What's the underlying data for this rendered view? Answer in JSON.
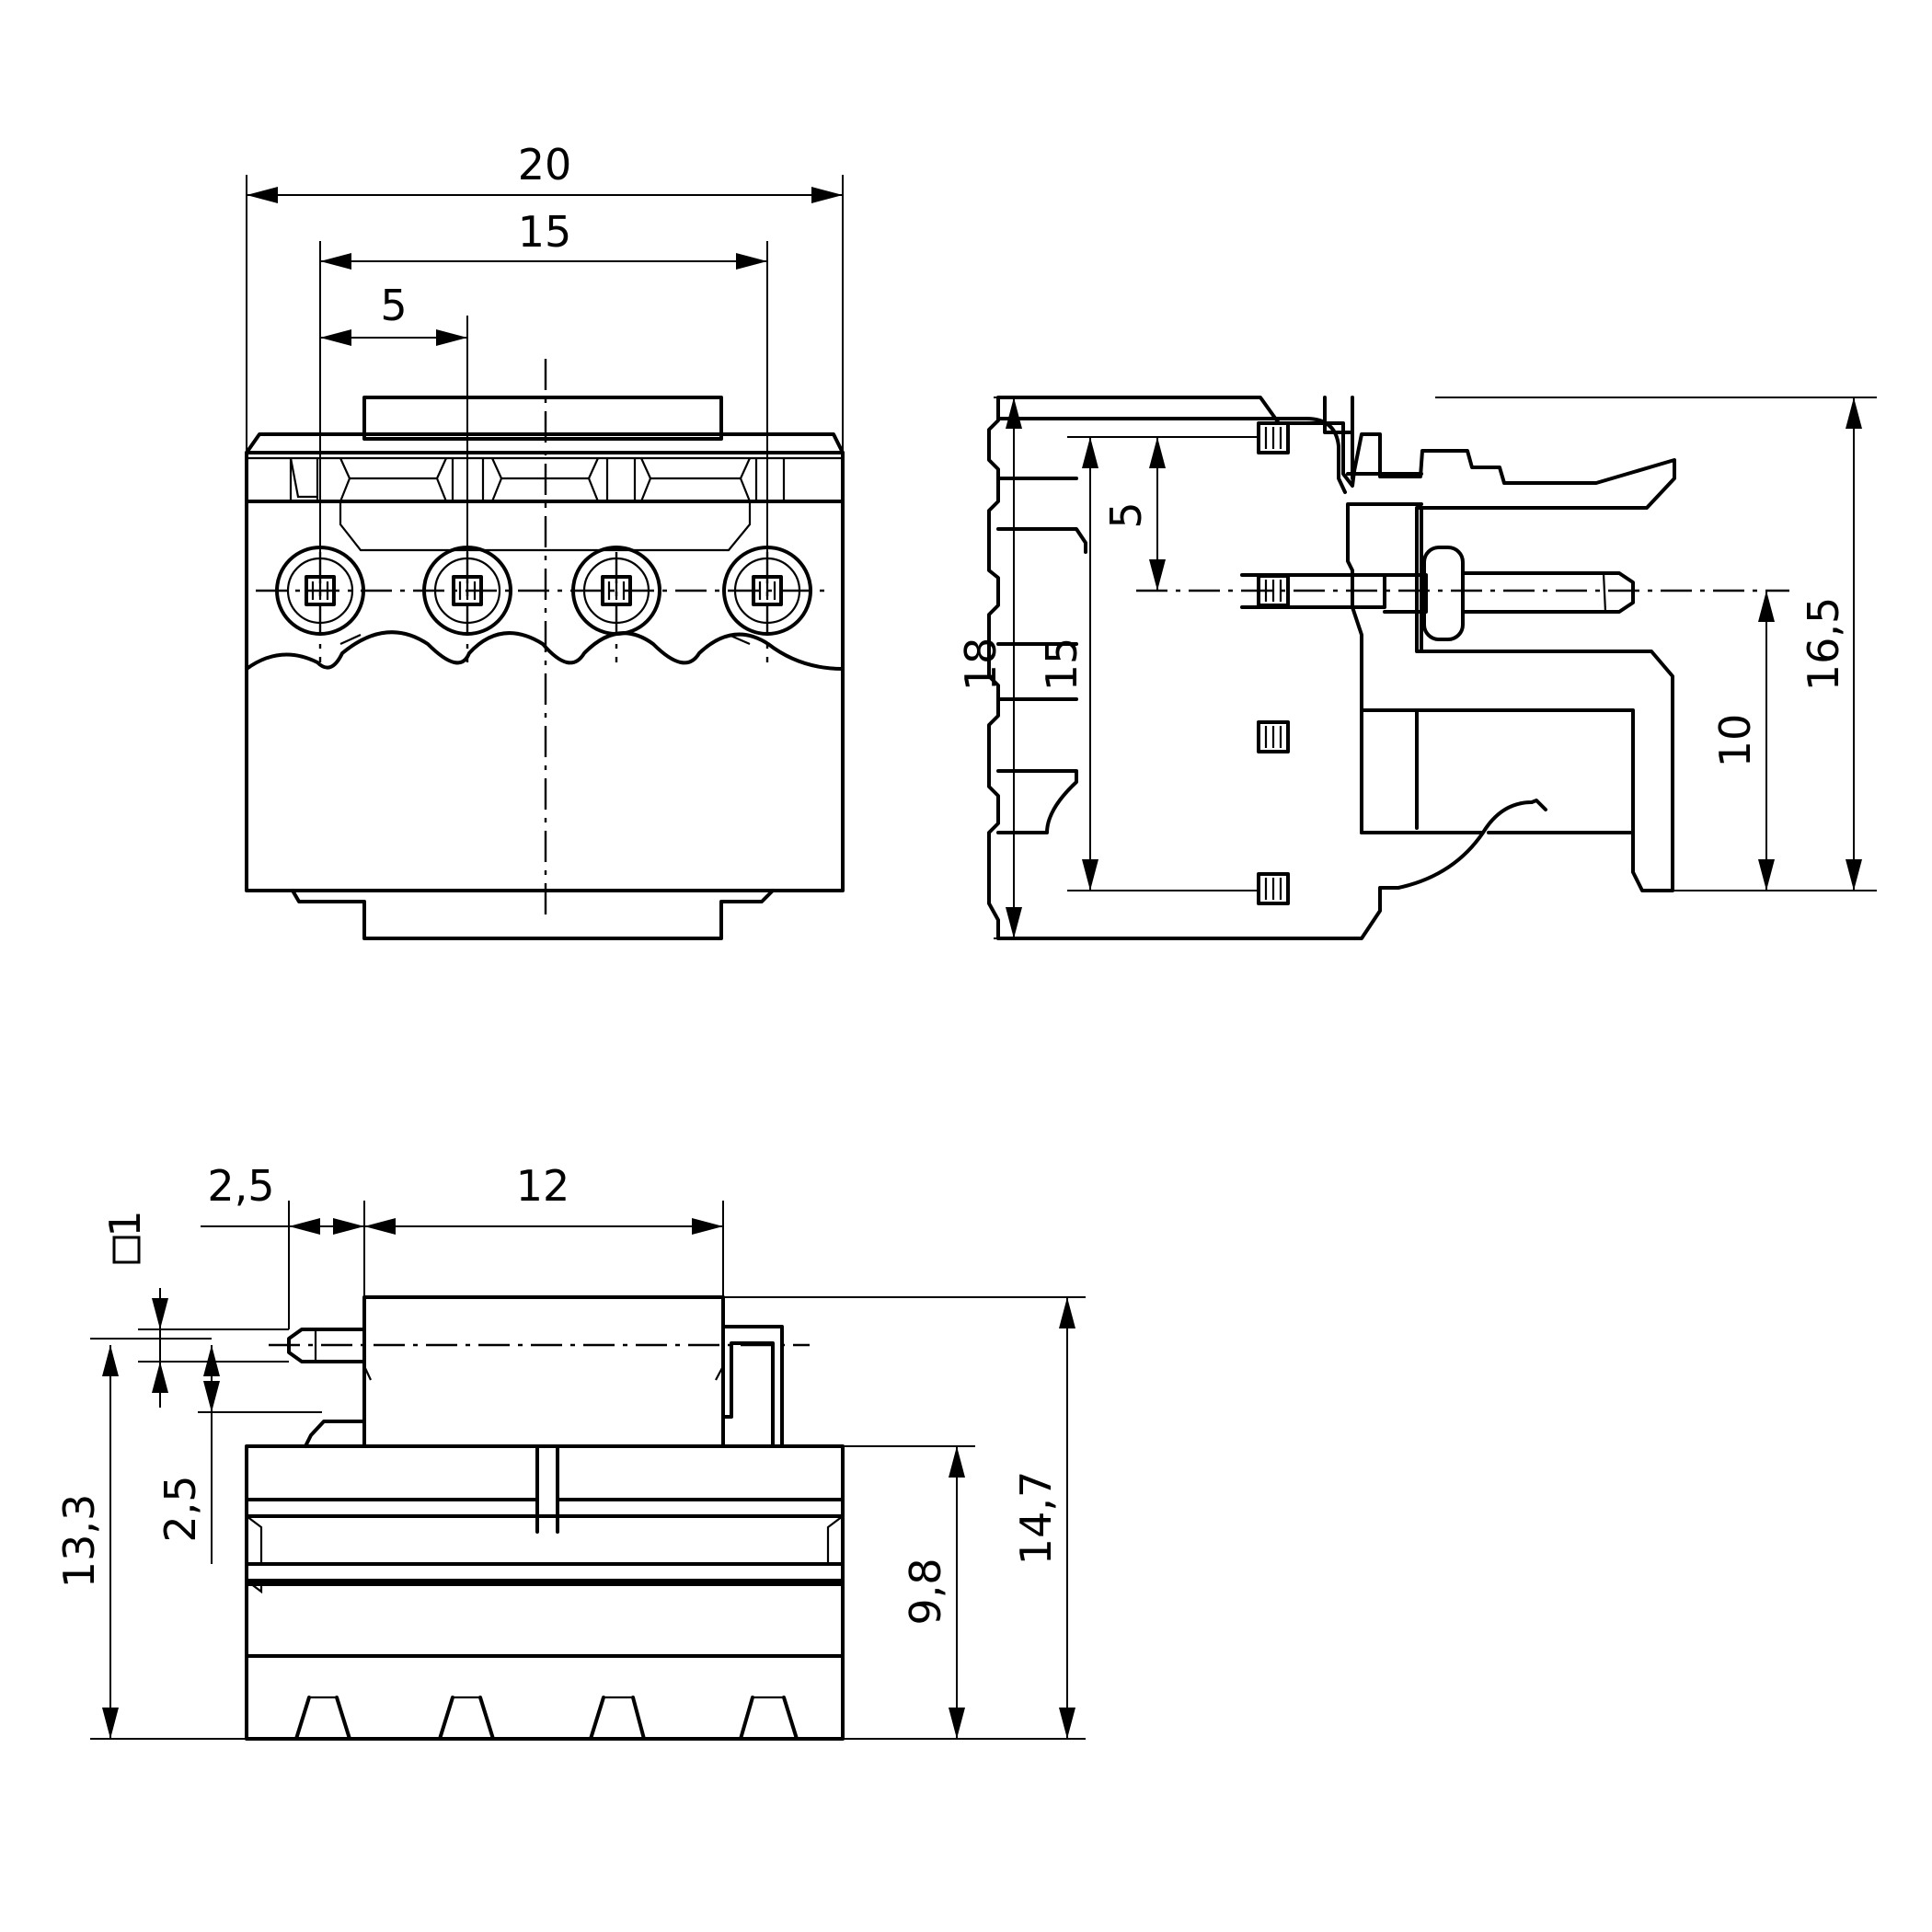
{
  "colors": {
    "line": "#000000",
    "background": "#ffffff"
  },
  "front_view": {
    "dim_overall_width": "20",
    "dim_pin_span": "15",
    "dim_pitch": "5"
  },
  "side_view": {
    "dim_overall_height": "18",
    "dim_pin_span": "15",
    "dim_pitch": "5",
    "dim_pin_height": "10",
    "dim_height_to_top": "16,5"
  },
  "bottom_view": {
    "dim_offset": "2,5",
    "dim_width": "12",
    "dim_pin_square": "1",
    "pin_square_icon": "square-symbol-icon",
    "dim_pin_offset": "2,5",
    "dim_pin_height": "13,3",
    "dim_body_height": "9,8",
    "dim_total_height": "14,7"
  }
}
